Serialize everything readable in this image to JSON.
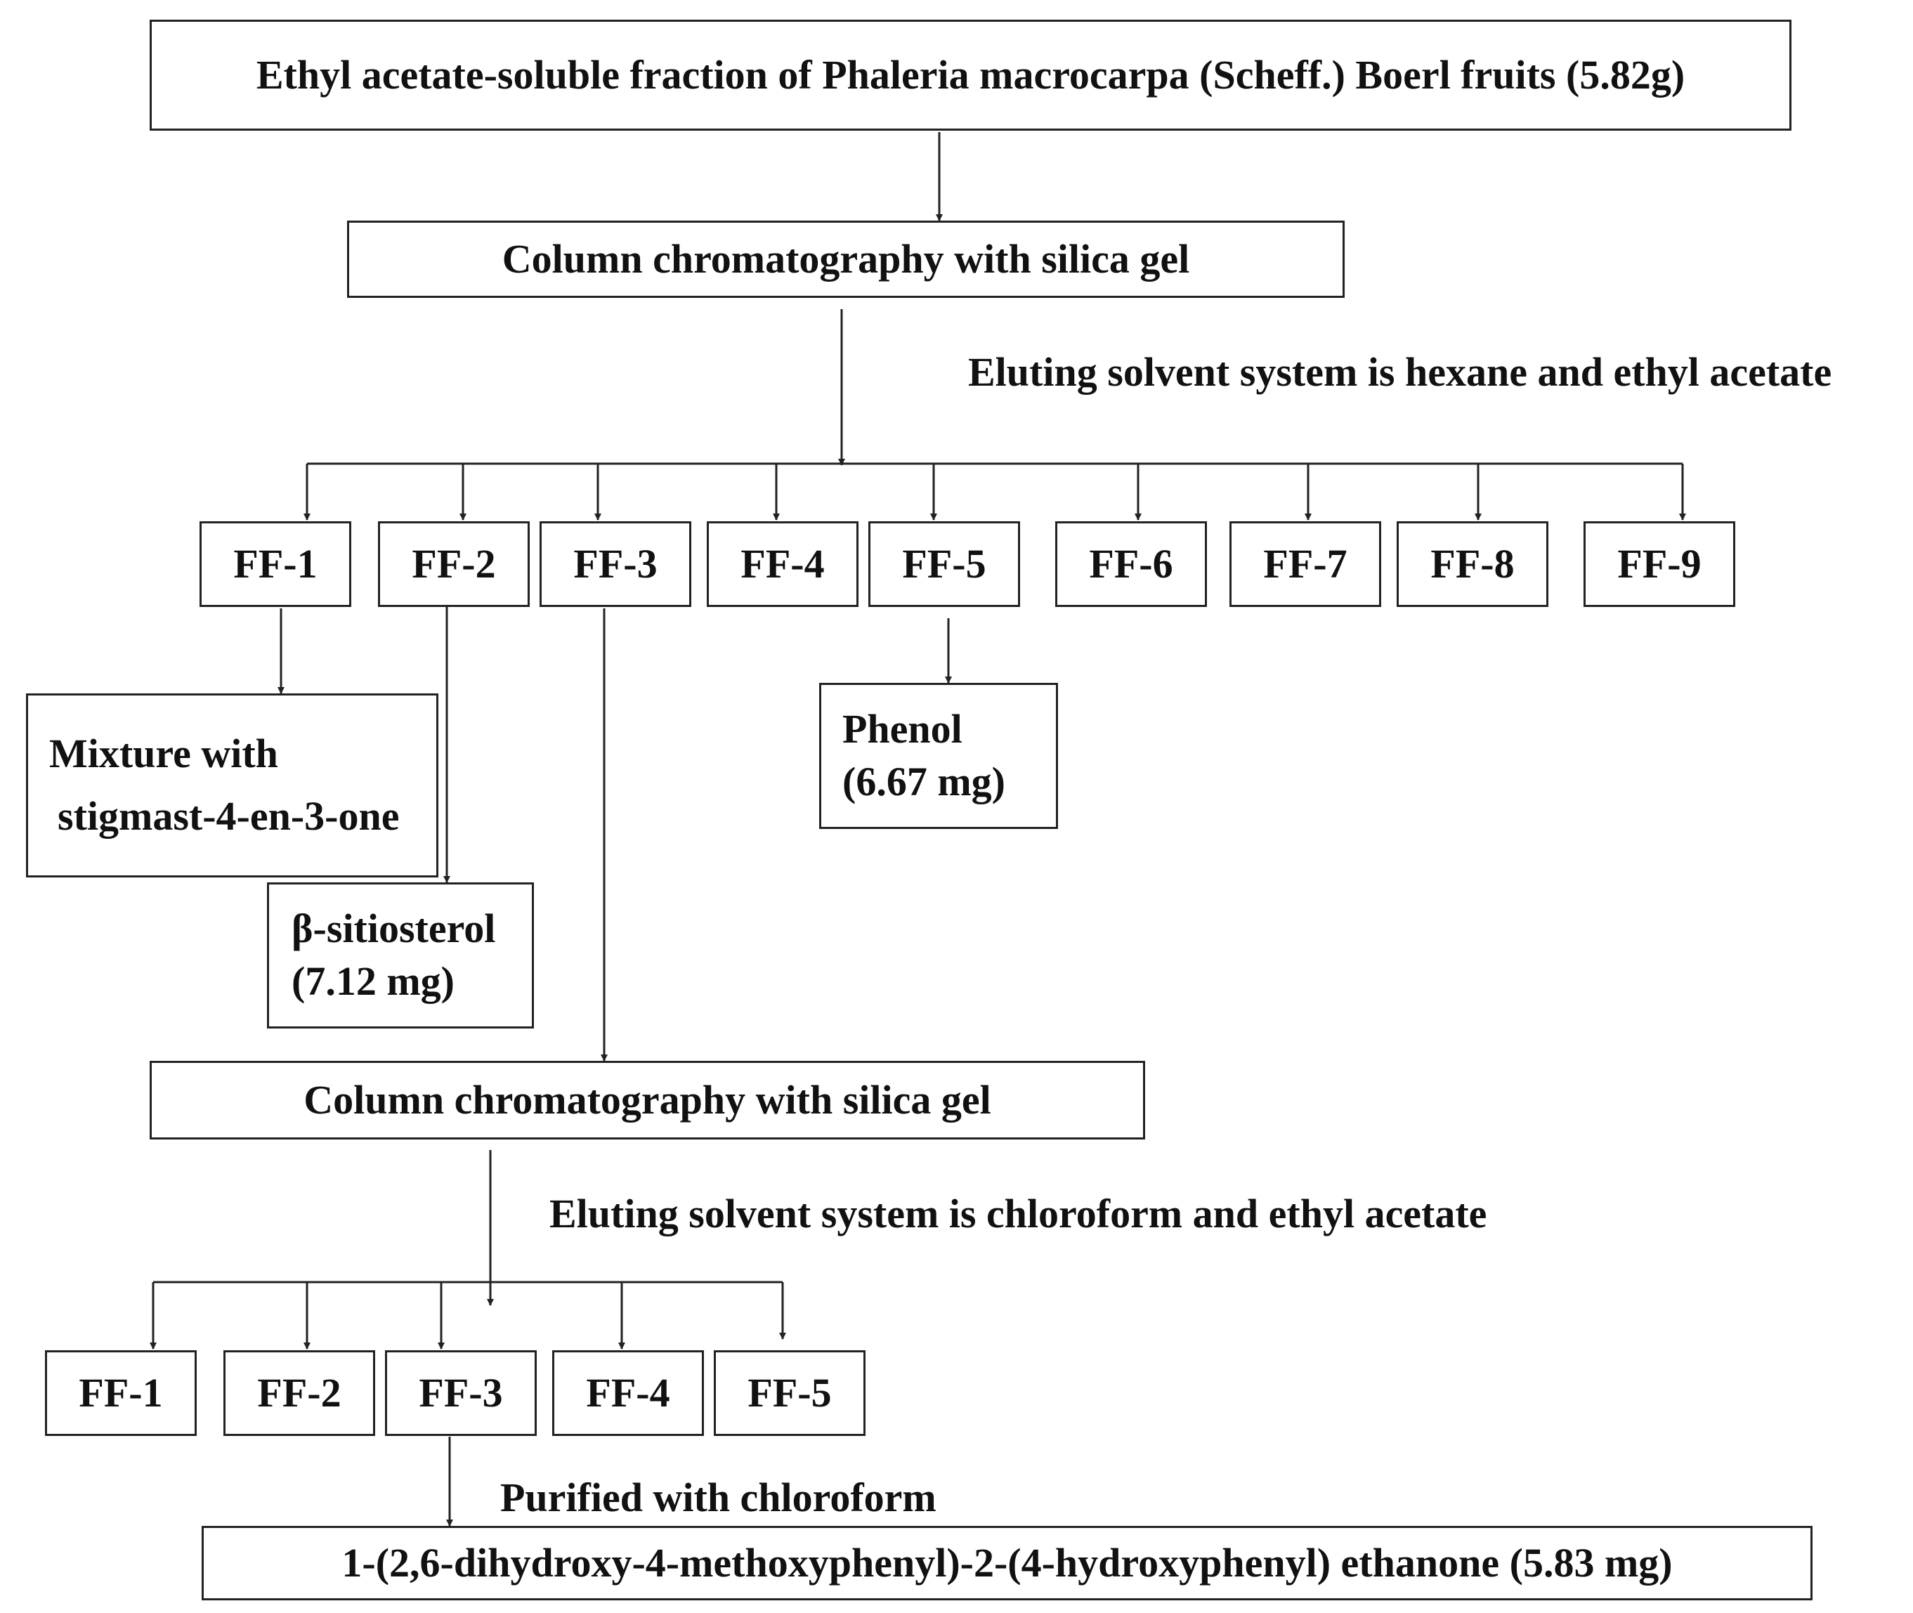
{
  "source": {
    "text": "Ethyl acetate-soluble fraction  of Phaleria macrocarpa (Scheff.) Boerl fruits (5.82g)"
  },
  "step1": {
    "text": "Column chromatography with silica gel",
    "eluent": "Eluting solvent system is hexane and ethyl acetate",
    "fractions": [
      "FF-1",
      "FF-2",
      "FF-3",
      "FF-4",
      "FF-5",
      "FF-6",
      "FF-7",
      "FF-8",
      "FF-9"
    ]
  },
  "products": {
    "mixture_line1": "Mixture with",
    "mixture_line2": "stigmast-4-en-3-one",
    "sitosterol_line1": "β-sitiosterol",
    "sitosterol_line2": "(7.12 mg)",
    "phenol_line1": "Phenol",
    "phenol_line2": "(6.67 mg)"
  },
  "step2": {
    "text": "Column chromatography with silica gel",
    "eluent": "Eluting solvent system is chloroform and ethyl acetate",
    "fractions": [
      "FF-1",
      "FF-2",
      "FF-3",
      "FF-4",
      "FF-5"
    ]
  },
  "final": {
    "purify_label": "Purified with chloroform",
    "text": "1-(2,6-dihydroxy-4-methoxyphenyl)-2-(4-hydroxyphenyl) ethanone (5.83 mg)"
  }
}
